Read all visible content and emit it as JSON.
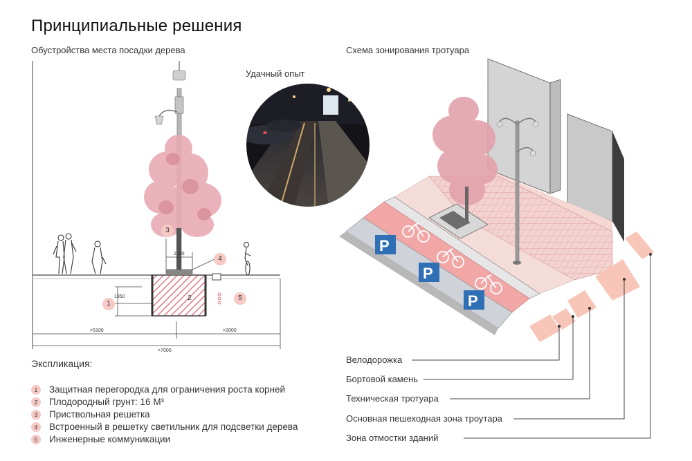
{
  "title": "Принципиальные решения",
  "left_subtitle": "Обустройства места посадки дерева",
  "right_subtitle": "Схема зонирования тротуара",
  "photo_label": "Удачный опыт",
  "dimensions": {
    "d1000": "1000",
    "d1950": "1950",
    "d5100": ">5100",
    "d2000": ">2000",
    "d7000": ">7000"
  },
  "section_markers": [
    "1",
    "2",
    "3",
    "4",
    "5"
  ],
  "legend": {
    "heading": "Экспликация:",
    "items": [
      {
        "num": "1",
        "text": "Защитная перегородка для ограничения роста корней"
      },
      {
        "num": "2",
        "text": "Плодородный грунт: 16 М³"
      },
      {
        "num": "3",
        "text": "Приствольная решетка"
      },
      {
        "num": "4",
        "text": "Встроенный в решетку светильник для подсветки дерева"
      },
      {
        "num": "5",
        "text": "Инженерные коммуникации"
      }
    ]
  },
  "zones": [
    "Велодорожка",
    "Бортовой камень",
    "Техническая тротуара",
    "Основная пешеходная зона троутара",
    "Зона отмостки зданий"
  ],
  "colors": {
    "pink": "#f6c9c5",
    "bike_lane": "#f2a7a7",
    "parking_blue": "#2f6fb5",
    "paving": "#f1cfcb",
    "building": "#d2d2d2"
  }
}
